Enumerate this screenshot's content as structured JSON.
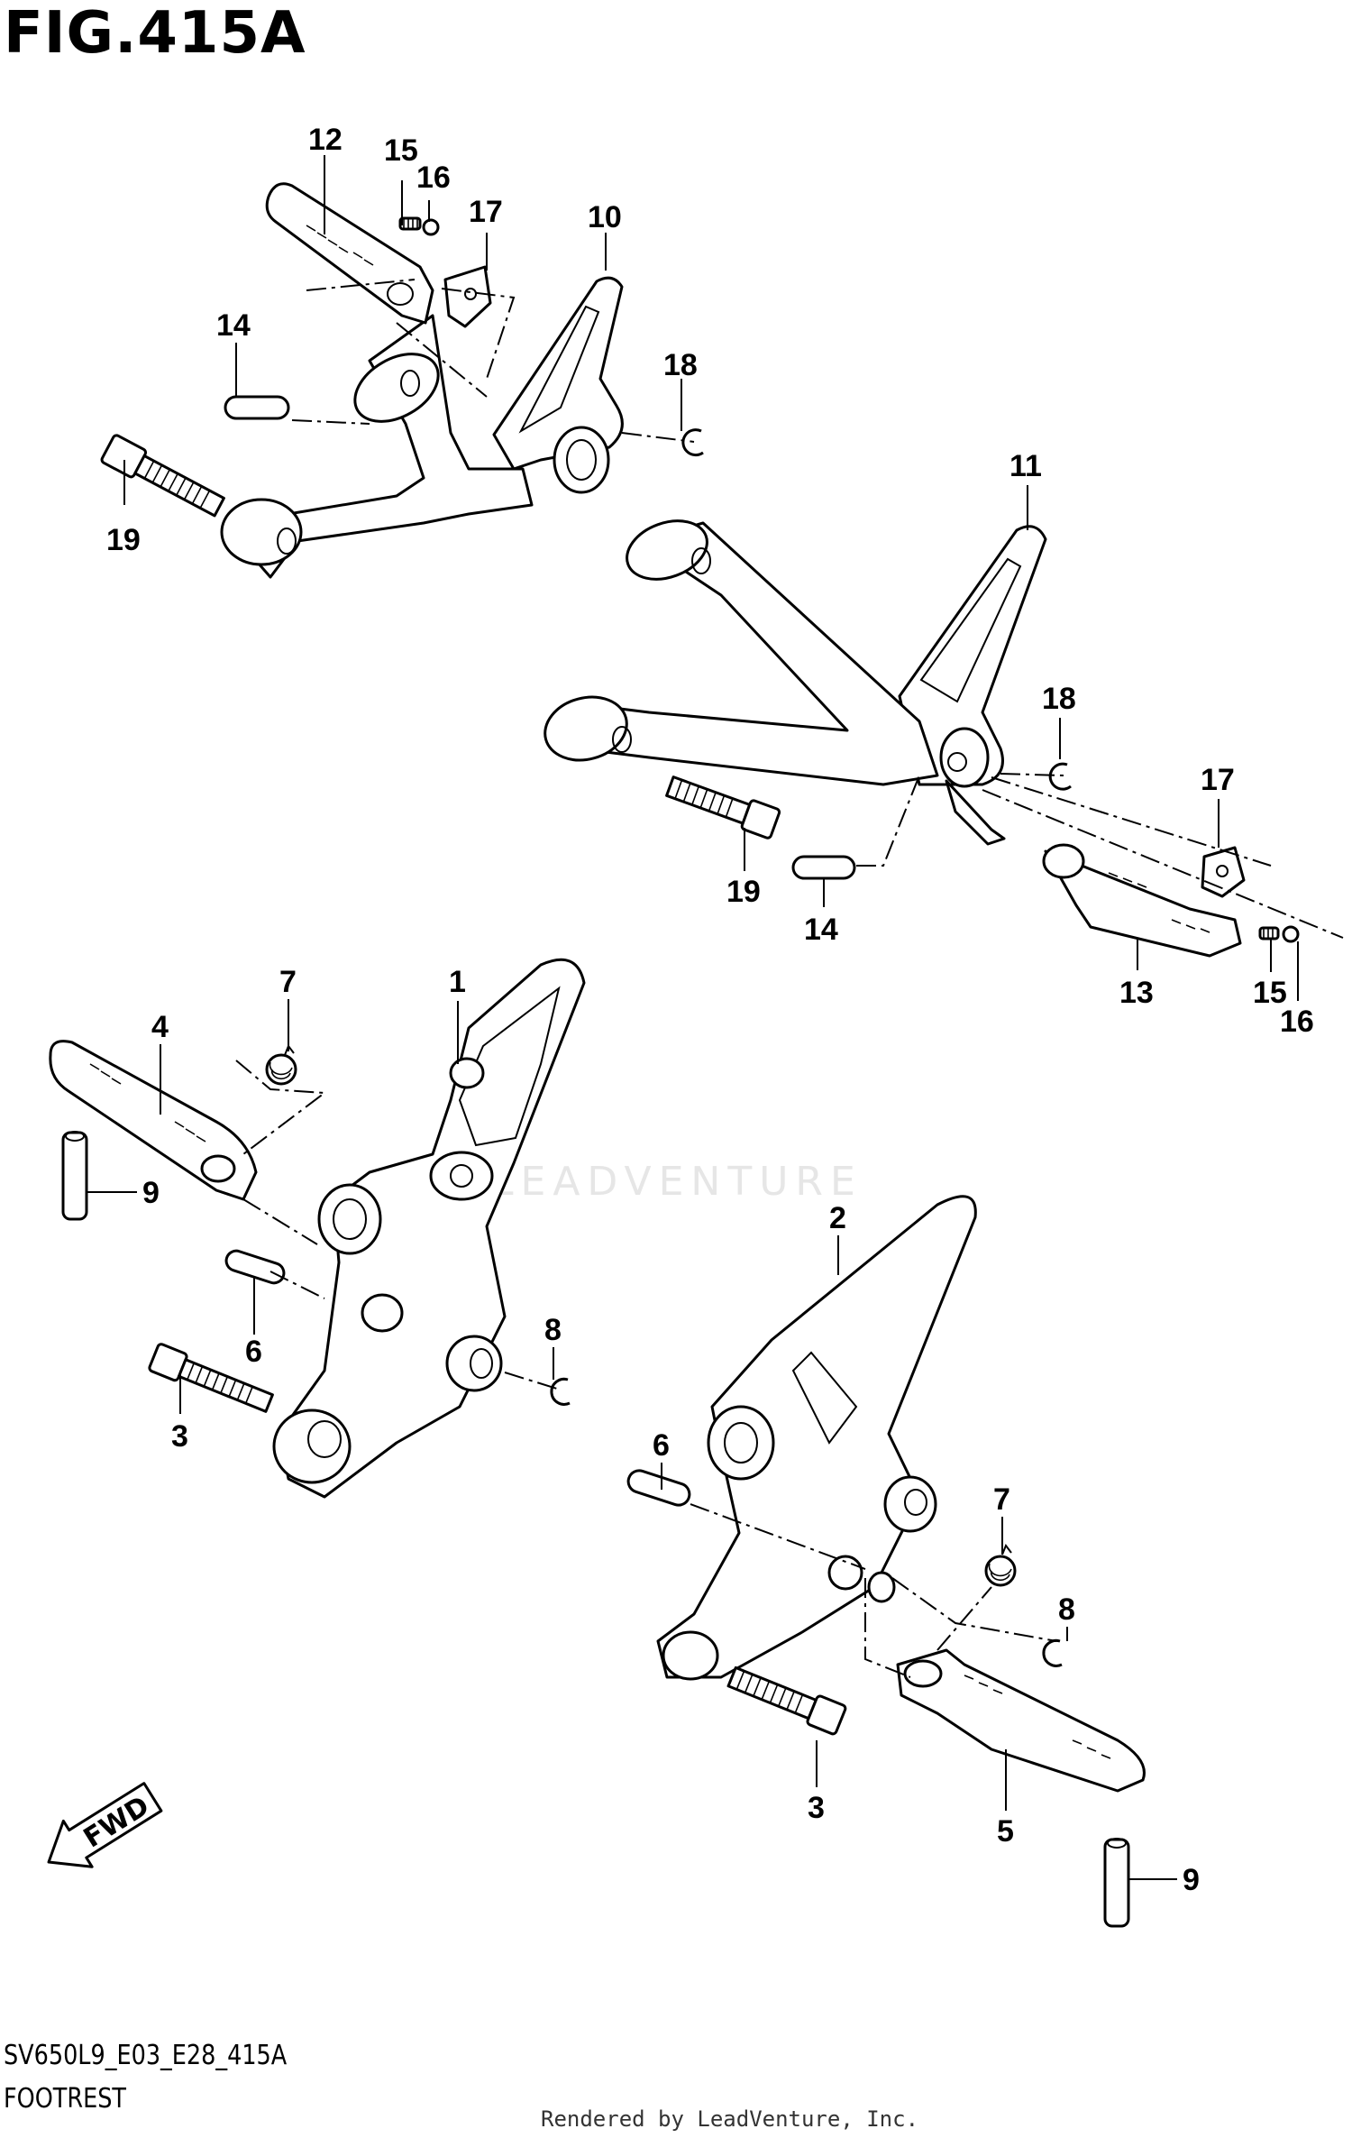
{
  "figure": {
    "title": "FIG.415A",
    "model_code": "SV650L9_E03_E28_415A",
    "subtitle": "FOOTREST",
    "credit": "Rendered by LeadVenture, Inc.",
    "watermark": "LEADVENTURE",
    "direction_label": "FWD"
  },
  "callouts": [
    {
      "id": "c12",
      "label": "12"
    },
    {
      "id": "c15a",
      "label": "15"
    },
    {
      "id": "c16a",
      "label": "16"
    },
    {
      "id": "c17a",
      "label": "17"
    },
    {
      "id": "c10",
      "label": "10"
    },
    {
      "id": "c14a",
      "label": "14"
    },
    {
      "id": "c18a",
      "label": "18"
    },
    {
      "id": "c19a",
      "label": "19"
    },
    {
      "id": "c11",
      "label": "11"
    },
    {
      "id": "c18b",
      "label": "18"
    },
    {
      "id": "c17b",
      "label": "17"
    },
    {
      "id": "c19b",
      "label": "19"
    },
    {
      "id": "c14b",
      "label": "14"
    },
    {
      "id": "c13",
      "label": "13"
    },
    {
      "id": "c15b",
      "label": "15"
    },
    {
      "id": "c16b",
      "label": "16"
    },
    {
      "id": "c7a",
      "label": "7"
    },
    {
      "id": "c1",
      "label": "1"
    },
    {
      "id": "c4",
      "label": "4"
    },
    {
      "id": "c9a",
      "label": "9"
    },
    {
      "id": "c6a",
      "label": "6"
    },
    {
      "id": "c8a",
      "label": "8"
    },
    {
      "id": "c3a",
      "label": "3"
    },
    {
      "id": "c2",
      "label": "2"
    },
    {
      "id": "c6b",
      "label": "6"
    },
    {
      "id": "c7b",
      "label": "7"
    },
    {
      "id": "c8b",
      "label": "8"
    },
    {
      "id": "c3b",
      "label": "3"
    },
    {
      "id": "c5",
      "label": "5"
    },
    {
      "id": "c9b",
      "label": "9"
    }
  ]
}
